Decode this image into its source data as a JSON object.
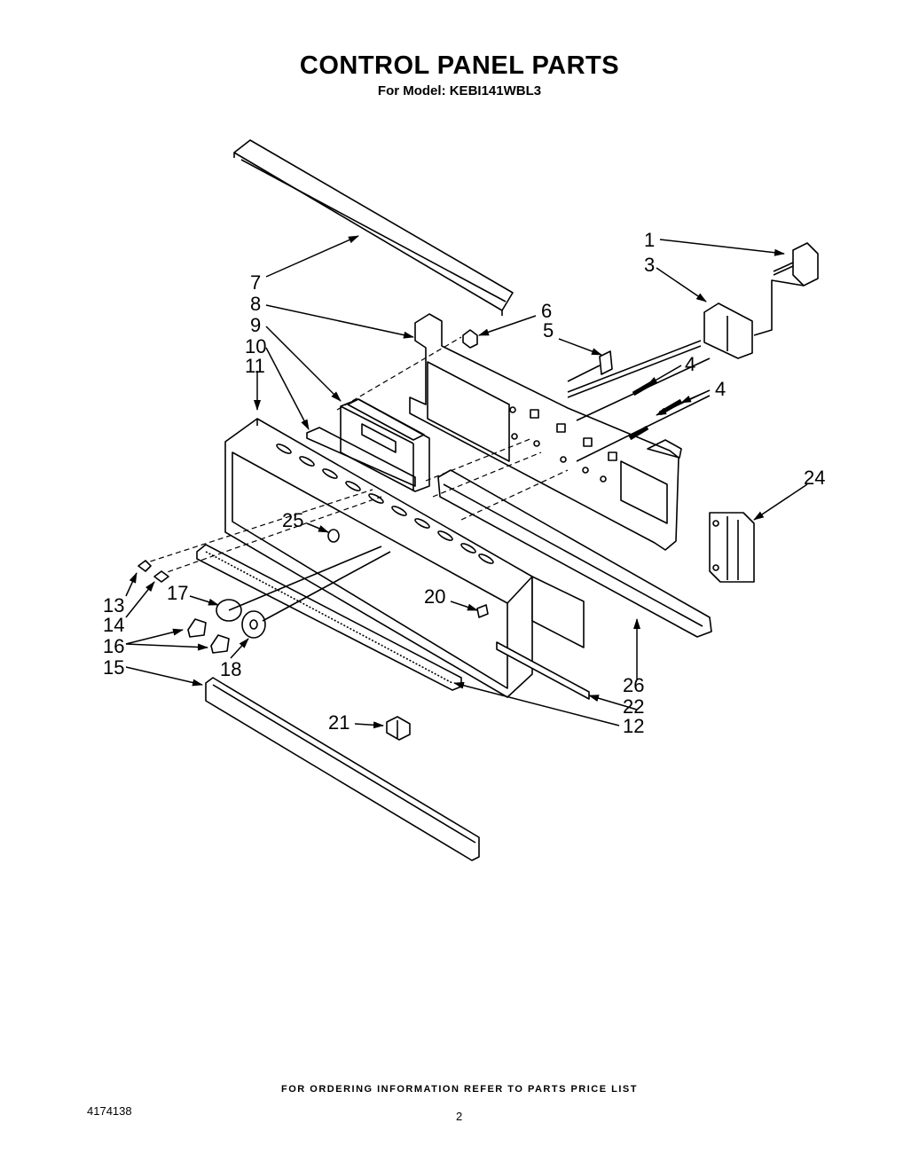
{
  "header": {
    "title": "CONTROL PANEL PARTS",
    "subtitle": "For Model: KEBI141WBL3"
  },
  "callouts": [
    {
      "id": "1",
      "label": "1"
    },
    {
      "id": "3",
      "label": "3"
    },
    {
      "id": "4a",
      "label": "4"
    },
    {
      "id": "4b",
      "label": "4"
    },
    {
      "id": "5",
      "label": "5"
    },
    {
      "id": "6",
      "label": "6"
    },
    {
      "id": "7",
      "label": "7"
    },
    {
      "id": "8",
      "label": "8"
    },
    {
      "id": "9",
      "label": "9"
    },
    {
      "id": "10",
      "label": "10"
    },
    {
      "id": "11",
      "label": "11"
    },
    {
      "id": "12",
      "label": "12"
    },
    {
      "id": "13",
      "label": "13"
    },
    {
      "id": "14",
      "label": "14"
    },
    {
      "id": "15",
      "label": "15"
    },
    {
      "id": "16",
      "label": "16"
    },
    {
      "id": "17",
      "label": "17"
    },
    {
      "id": "18",
      "label": "18"
    },
    {
      "id": "20",
      "label": "20"
    },
    {
      "id": "21",
      "label": "21"
    },
    {
      "id": "22",
      "label": "22"
    },
    {
      "id": "24",
      "label": "24"
    },
    {
      "id": "25",
      "label": "25"
    },
    {
      "id": "26",
      "label": "26"
    }
  ],
  "footer": {
    "ordering_note": "FOR ORDERING INFORMATION REFER TO PARTS PRICE LIST",
    "document_number": "4174138",
    "page_number": "2"
  }
}
